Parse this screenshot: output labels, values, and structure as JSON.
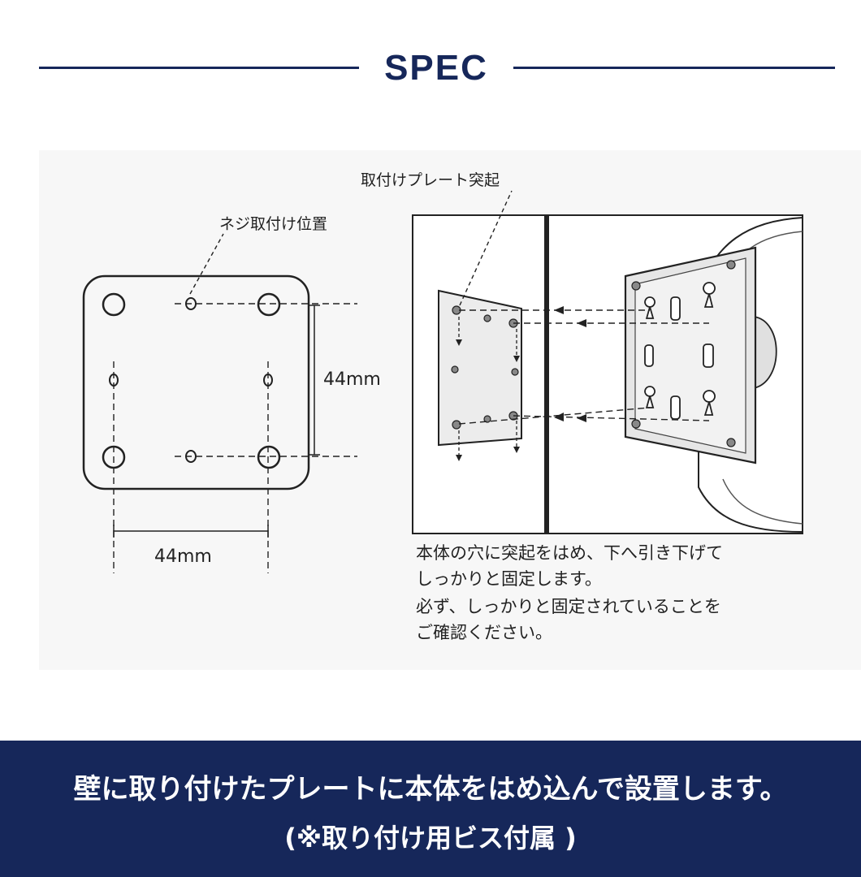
{
  "header": {
    "title": "SPEC"
  },
  "diagram": {
    "screw_label": "ネジ取付け位置",
    "plate_protrusion_label": "取付けプレート突起",
    "dim_vertical": "44mm",
    "dim_horizontal": "44mm",
    "note_lines": [
      "本体の穴に突起をはめ、下へ引き下げて",
      "しっかりと固定します。",
      "必ず、しっかりと固定されていることを",
      "ご確認ください。"
    ]
  },
  "footer": {
    "line1": "壁に取り付けたプレートに本体をはめ込んで設置します。",
    "line2": "(※取り付け用ビス付属 )"
  },
  "colors": {
    "navy": "#16275a",
    "line": "#222222"
  }
}
